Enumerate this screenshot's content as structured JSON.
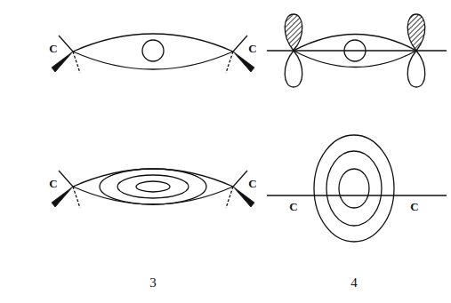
{
  "diagram": {
    "labels": [
      "C",
      "C",
      "C",
      "C",
      "C",
      "C",
      "3",
      "4"
    ]
  }
}
